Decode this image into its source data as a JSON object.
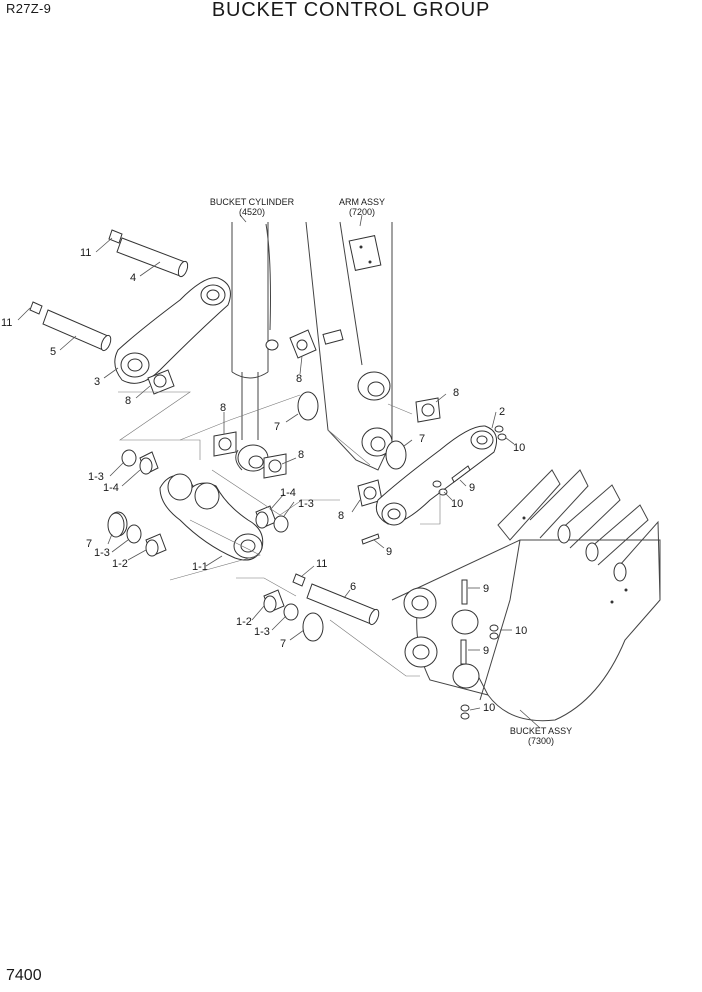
{
  "header": {
    "model": "R27Z-9",
    "title": "BUCKET CONTROL GROUP"
  },
  "footer": {
    "page_number": "7400"
  },
  "references": {
    "bucket_cylinder": {
      "name": "BUCKET CYLINDER",
      "code": "(4520)"
    },
    "arm_assy": {
      "name": "ARM ASSY",
      "code": "(7200)"
    },
    "bucket_assy": {
      "name": "BUCKET ASSY",
      "code": "(7300)"
    }
  },
  "callouts": {
    "c11a": "11",
    "c4": "4",
    "c11b": "11",
    "c5": "5",
    "c3": "3",
    "c8a": "8",
    "c8b": "8",
    "c8c": "8",
    "c8d": "8",
    "c8e": "8",
    "c8f": "8",
    "c7a": "7",
    "c7b": "7",
    "c7c": "7",
    "c7d": "7",
    "c2": "2",
    "c10a": "10",
    "c10b": "10",
    "c10c": "10",
    "c10d": "10",
    "c9a": "9",
    "c9b": "9",
    "c9c": "9",
    "c9d": "9",
    "c1_3a": "1-3",
    "c1_4a": "1-4",
    "c1_4b": "1-4",
    "c1_3b": "1-3",
    "c1_3c": "1-3",
    "c1_2a": "1-2",
    "c1_1": "1-1",
    "c11c": "11",
    "c6": "6",
    "c1_2b": "1-2",
    "c1_3d": "1-3"
  }
}
